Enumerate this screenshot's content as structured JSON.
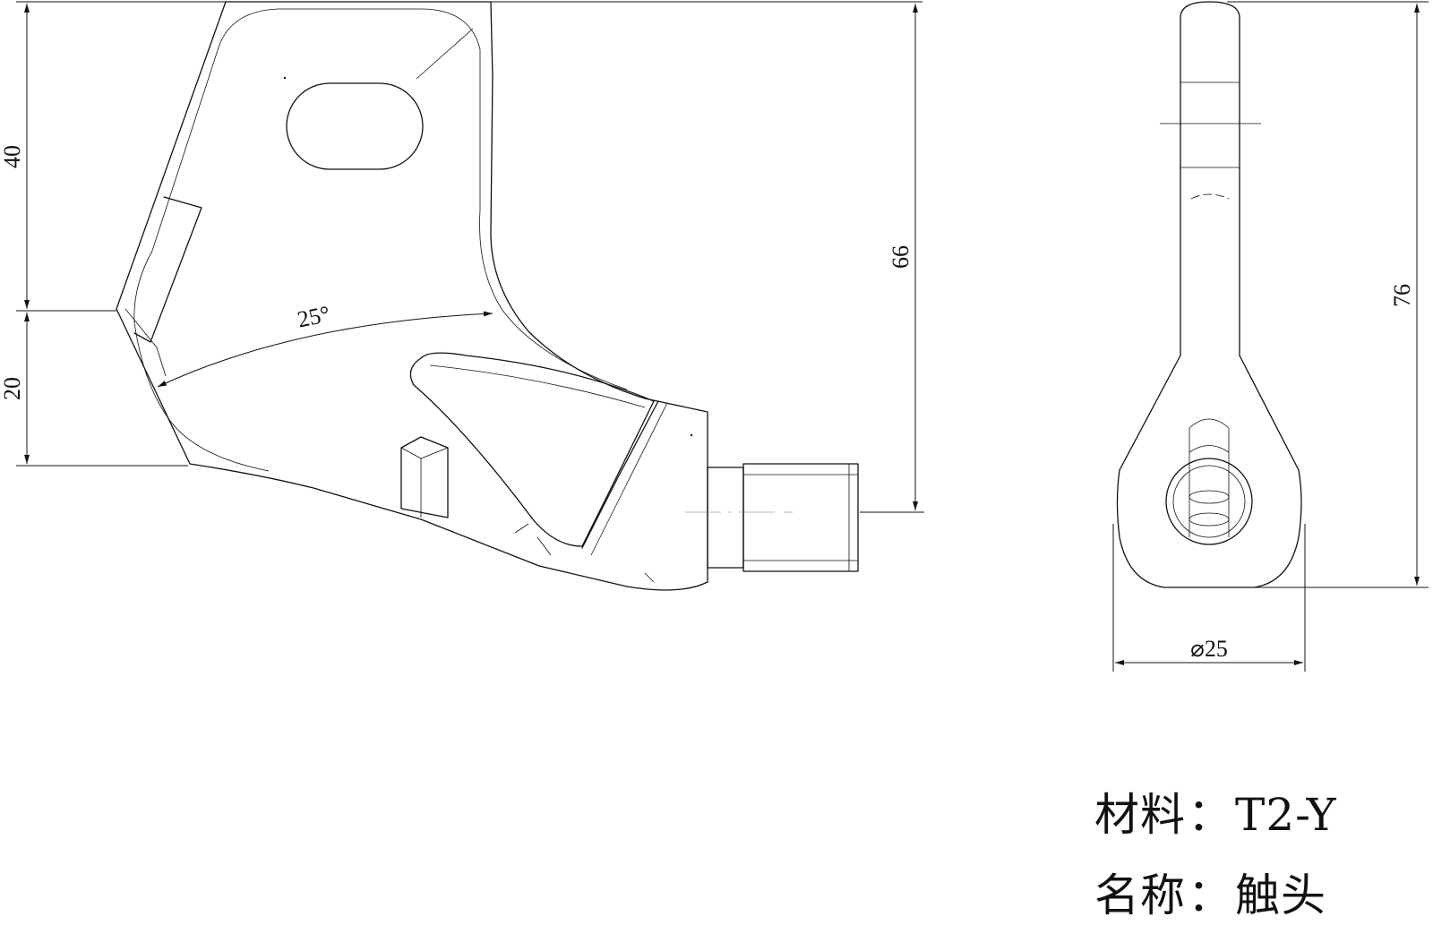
{
  "drawing": {
    "side_view": {
      "dim_height_upper": "40",
      "dim_height_lower": "20",
      "dim_angle": "25°",
      "dim_total_height": "66"
    },
    "front_view": {
      "dim_total_height": "76",
      "dim_diameter": "⌀25"
    }
  },
  "notes": {
    "material": {
      "label": "材料",
      "separator": "：",
      "value": "T2-Y"
    },
    "name": {
      "label": "名称",
      "separator": "：",
      "value": "触头"
    }
  }
}
